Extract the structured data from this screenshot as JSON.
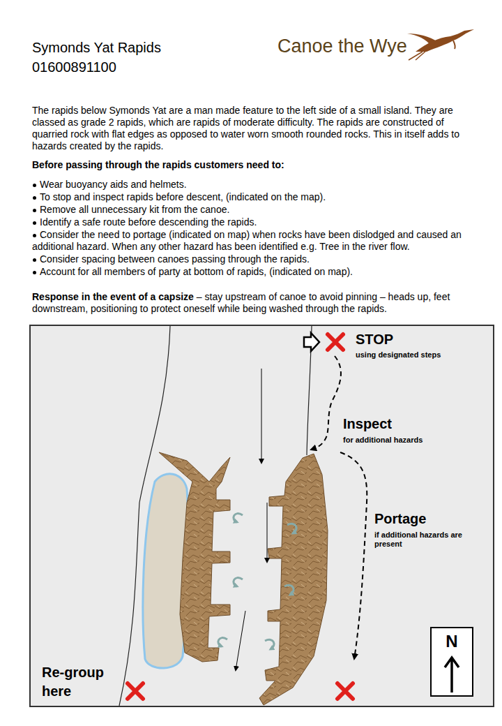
{
  "diagram": {
    "title": "Symonds Yat Rapids",
    "nodes": [
      {
        "text": [
          "N"
        ]
      }
    ],
    "labels": [
      "01600891100",
      "Canoe the Wye",
      "The rapids below Symonds Yat are a man made feature to the left side of a small island. They are classed as grade 2 rapids, which are rapids of moderate difficulty. The rapids are constructed of quarried rock with flat edges as opposed to water worn smooth rounded rocks. This in itself adds to hazards created by the rapids.",
      "Before passing through the rapids customers need to:",
      "Wear buoyancy aids and helmets.",
      "To stop and inspect rapids before descent, (indicated on the map).",
      "Remove all unnecessary kit from the canoe.",
      "Identify a safe route before descending the rapids.",
      "Consider the need to portage (indicated on map) when rocks have been dislodged and caused an additional hazard. When any other hazard has been identified e.g. Tree in the river flow.",
      "Consider spacing between canoes passing through the rapids.",
      "Account for all members of party at bottom of rapids, (indicated on map).",
      "Response in the event of a capsize",
      "– stay upstream of canoe to avoid pinning – heads up, feet downstream, positioning to protect oneself while being washed through the rapids.",
      "STOP",
      "using designated steps",
      "Inspect",
      "for additional hazards",
      "Portage",
      "if additional hazards are present",
      "Re-group here"
    ]
  }
}
